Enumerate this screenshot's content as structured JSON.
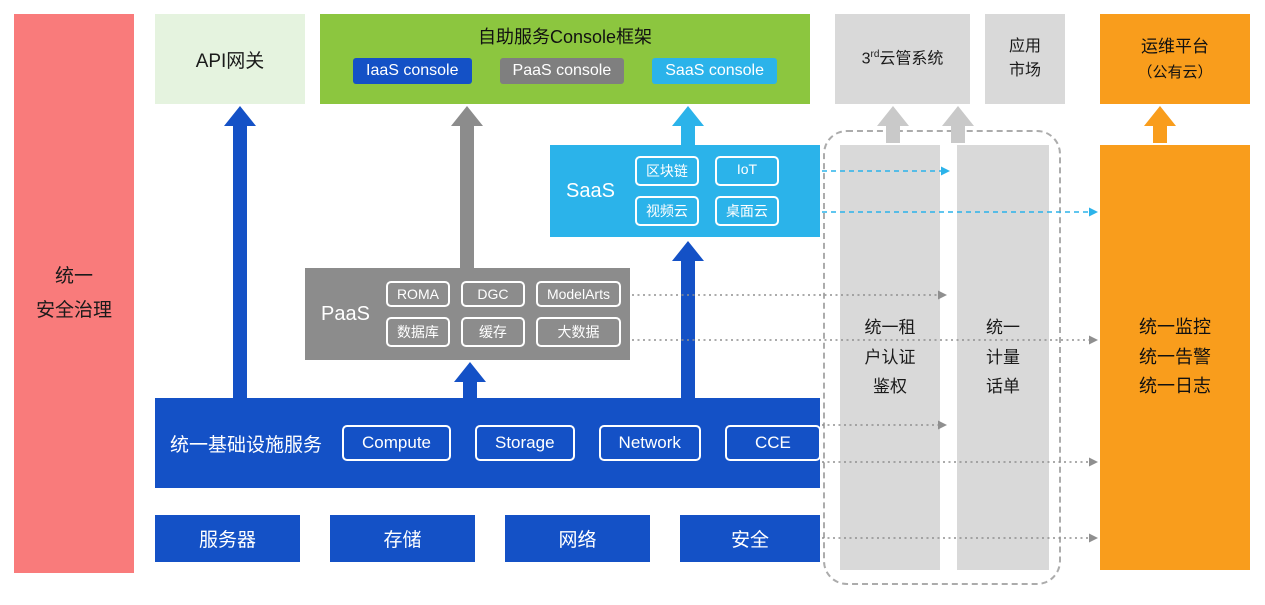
{
  "security_governance": {
    "line1": "统一",
    "line2": "安全治理"
  },
  "api_gateway": {
    "label": "API网关"
  },
  "console_frame": {
    "title": "自助服务Console框架",
    "iaas_button": "IaaS console",
    "paas_button": "PaaS console",
    "saas_button": "SaaS console"
  },
  "third_party_cms": {
    "number": "3",
    "superscript": "rd",
    "text": "云管系统"
  },
  "app_market": {
    "line1": "应用",
    "line2": "市场"
  },
  "om_platform": {
    "line1": "运维平台",
    "line2": "（公有云）"
  },
  "saas": {
    "label": "SaaS",
    "chips": [
      "区块链",
      "IoT",
      "视频云",
      "桌面云"
    ]
  },
  "paas": {
    "label": "PaaS",
    "chips": [
      "ROMA",
      "DGC",
      "ModelArts",
      "数据库",
      "缓存",
      "大数据"
    ]
  },
  "infrastructure": {
    "label": "统一基础设施服务",
    "chips": [
      "Compute",
      "Storage",
      "Network",
      "CCE"
    ]
  },
  "resource_row": {
    "server": "服务器",
    "storage": "存储",
    "network": "网络",
    "security": "安全"
  },
  "tenant_auth": {
    "line1": "统一租",
    "line2": "户认证",
    "line3": "鉴权"
  },
  "metering": {
    "line1": "统一",
    "line2": "计量",
    "line3": "话单"
  },
  "monitoring": {
    "line1": "统一监控",
    "line2": "统一告警",
    "line3": "统一日志"
  },
  "colors": {
    "red": "#F97B7B",
    "light_green": "#E5F3DF",
    "green": "#8CC63F",
    "blue": "#1451C6",
    "gray": "#8C8C8C",
    "light_gray": "#D9D9D9",
    "cyan": "#2BB3EA",
    "orange": "#F99D1C"
  }
}
